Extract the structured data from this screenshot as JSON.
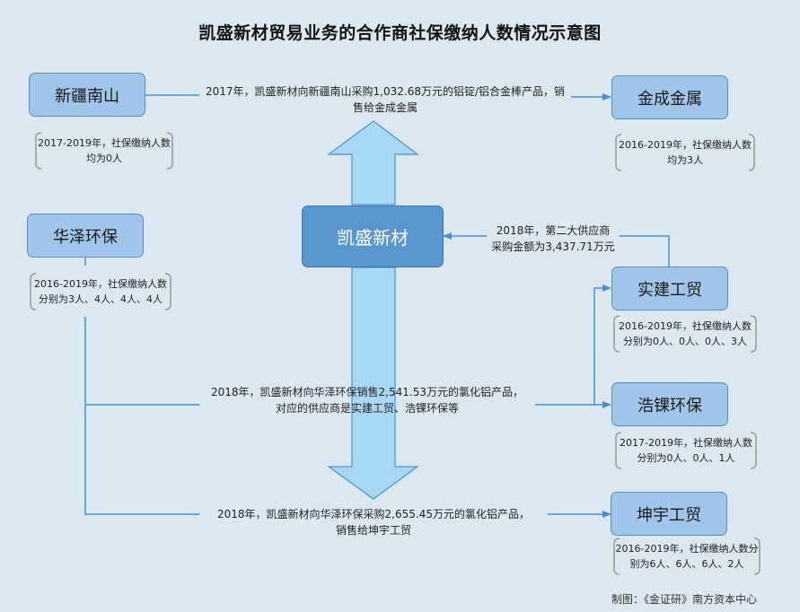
{
  "title": "凯盛新材贸易业务的合作商社保缴纳人数情况示意图",
  "nodes": {
    "center": "凯盛新材",
    "xinjiang": "新疆南山",
    "jincheng": "金成金属",
    "huaze": "华泽环保",
    "shijian": "实建工贸",
    "haoke": "浩锞环保",
    "kunyu": "坤宇工贸"
  },
  "notes": {
    "xinjiang": [
      "2017-2019年，社保缴纳人数",
      "均为0人"
    ],
    "jincheng": [
      "2016-2019年，社保缴纳人数",
      "均为3人"
    ],
    "huaze": [
      "2016-2019年，社保缴纳人数",
      "分别为3人、4人、4人、4人"
    ],
    "shijian": [
      "2016-2019年，社保缴纳人数",
      "分别为0人、0人、0人、3人"
    ],
    "haoke": [
      "2017-2019年，社保缴纳人数",
      "分别为0人、0人、1人"
    ],
    "kunyu": [
      "2016-2019年，社保缴纳人数分",
      "别为6人、6人、6人、2人"
    ]
  },
  "edges": {
    "top": [
      "2017年，凯盛新材向新疆南山采购1,032.68万元的铝锭/铝合金棒产品，销",
      "售给金成金属"
    ],
    "supplier": [
      "2018年，第二大供应商",
      "采购金额为3,437.71万元"
    ],
    "middle": [
      "2018年，凯盛新材向华泽环保销售2,541.53万元的氯化铝产品，",
      "对应的供应商是实建工贸、浩锞环保等"
    ],
    "bottom": [
      "2018年，凯盛新材向华泽环保采购2,655.45万元的氯化铝产品，",
      "销售给坤宇工贸"
    ]
  },
  "credit": "制图：《金证研》南方资本中心",
  "colors": {
    "background": "#dce8f0",
    "node_fill": "#9fc5e8",
    "center_fill": "#5b97cf",
    "arrow_fill": "#a9d8f5",
    "line": "#4a8fcc"
  }
}
